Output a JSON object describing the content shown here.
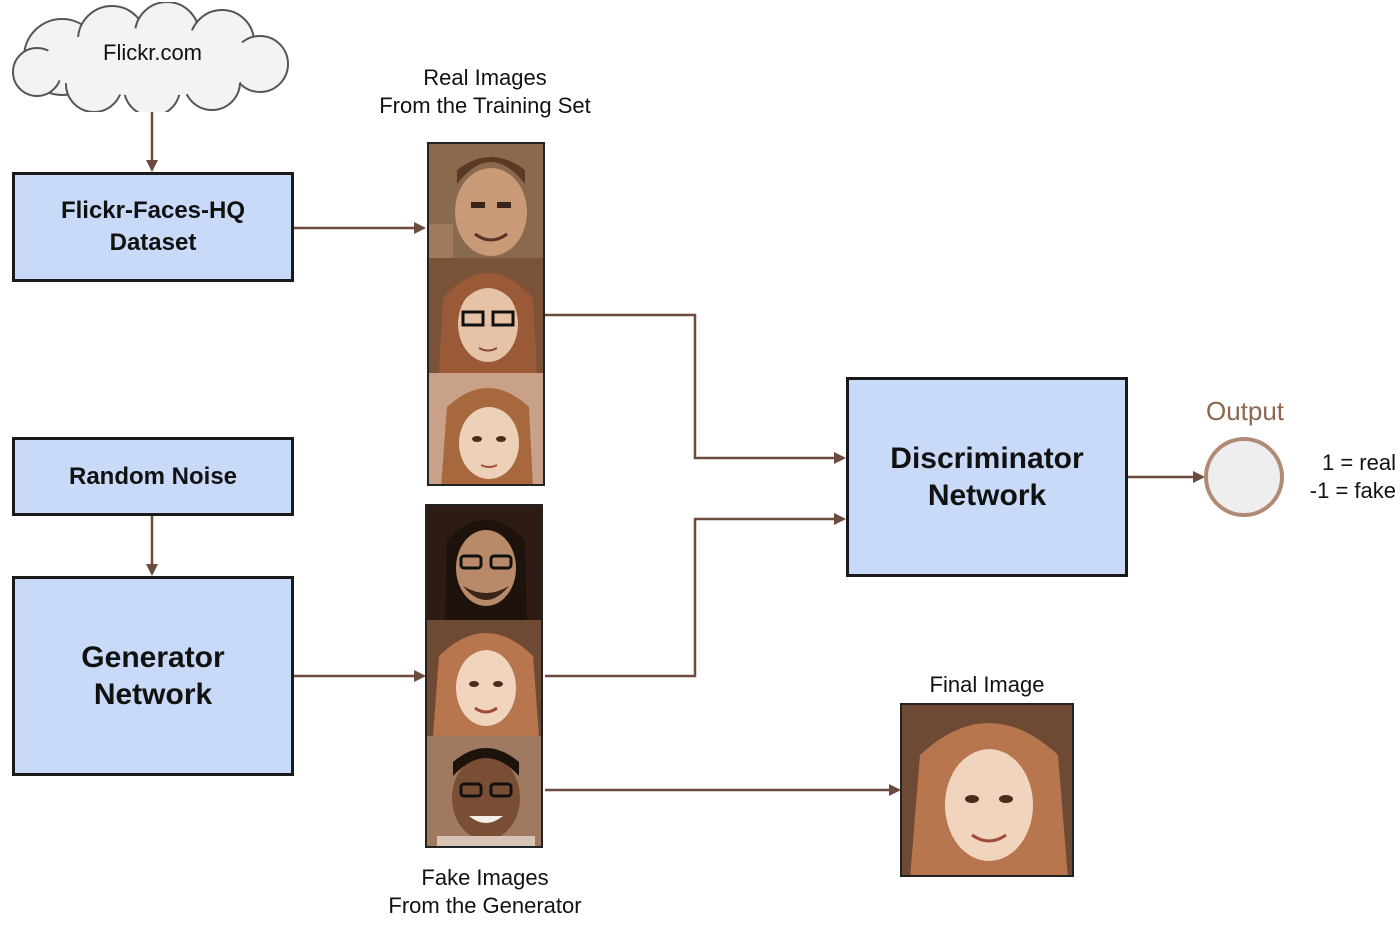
{
  "source": {
    "label": "Flickr.com"
  },
  "dataset": {
    "label": "Flickr-Faces-HQ\nDataset"
  },
  "noise": {
    "label": "Random Noise"
  },
  "generator": {
    "label": "Generator\nNetwork"
  },
  "discriminator": {
    "label": "Discriminator\nNetwork"
  },
  "real_images": {
    "caption": "Real Images\nFrom the Training Set"
  },
  "fake_images": {
    "caption": "Fake Images\nFrom the Generator"
  },
  "final_image": {
    "caption": "Final Image"
  },
  "output": {
    "label": "Output",
    "real": "1 = real",
    "fake": "-1 = fake"
  },
  "colors": {
    "box_fill": "#c9daf8",
    "box_border": "#1a1a1a",
    "arrow": "#6b4b3e",
    "output_accent": "#8d6650",
    "sepia_dark": "#4a2d1c",
    "sepia_mid": "#9a6a4a",
    "sepia_light": "#e0b89a"
  }
}
